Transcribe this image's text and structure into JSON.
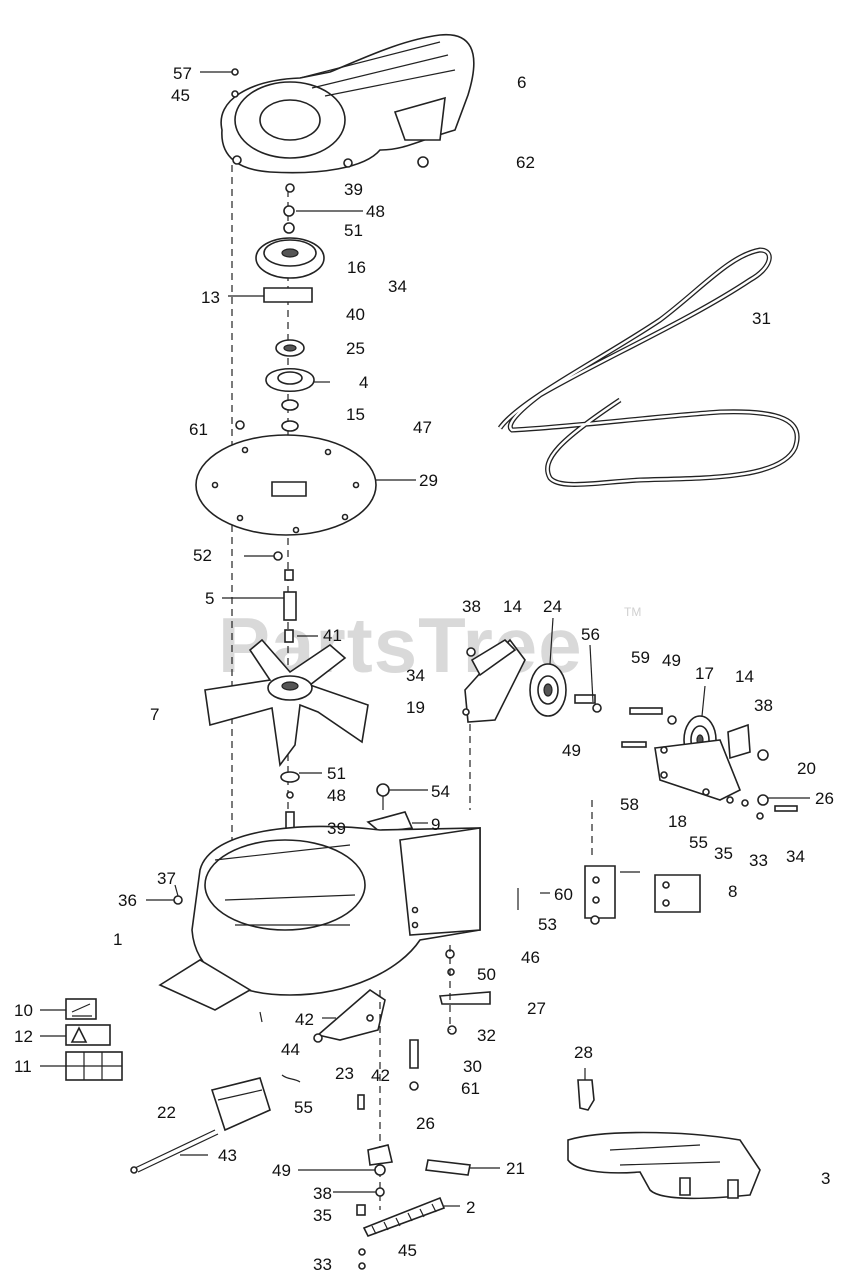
{
  "watermark": {
    "brand": "PartsTree",
    "trademark": "TM"
  },
  "callouts": [
    "57",
    "45",
    "6",
    "62",
    "39",
    "48",
    "51",
    "16",
    "34",
    "13",
    "40",
    "25",
    "4",
    "15",
    "61",
    "47",
    "29",
    "31",
    "52",
    "5",
    "41",
    "38",
    "14",
    "24",
    "56",
    "59",
    "49",
    "17",
    "14",
    "34",
    "19",
    "7",
    "38",
    "20",
    "49",
    "26",
    "51",
    "54",
    "48",
    "9",
    "39",
    "58",
    "18",
    "55",
    "35",
    "33",
    "34",
    "37",
    "36",
    "60",
    "8",
    "53",
    "1",
    "46",
    "50",
    "27",
    "10",
    "42",
    "32",
    "12",
    "44",
    "30",
    "11",
    "23",
    "42",
    "61",
    "28",
    "22",
    "55",
    "26",
    "43",
    "21",
    "3",
    "49",
    "38",
    "2",
    "35",
    "45",
    "33"
  ]
}
